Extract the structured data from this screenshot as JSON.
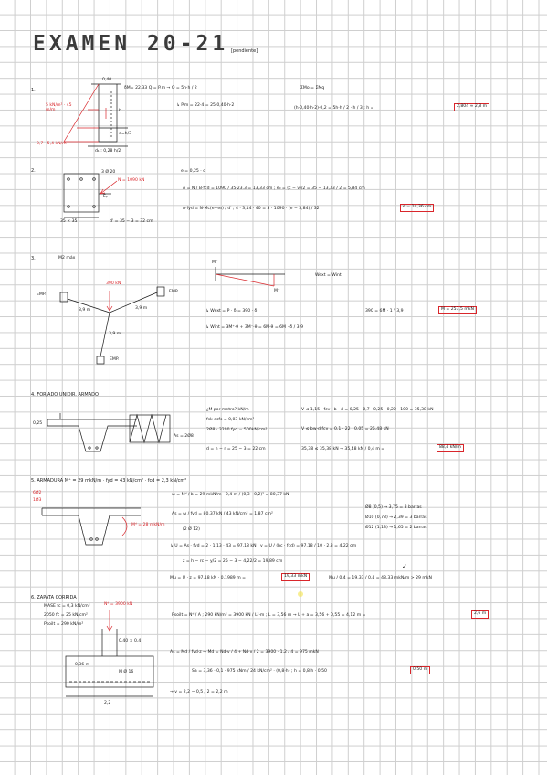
{
  "header": {
    "title": "EXAMEN 20-21",
    "note": "[pendiente]"
  },
  "p1": {
    "num": "1.",
    "load_left": "5 kN/m² · 45 m/m",
    "load_bottom": "0,7 · 5,4 kN/m",
    "w": "0,40",
    "h": "h",
    "eq1": "δM= 22.33  Q = P.m  →  Q = 5h·h / 2",
    "eq2": "↳ P.m = 22·4 = 25·0,40·h·2",
    "eq3": "ΣMo = ΣMq",
    "eq4": "(h·0,40·h·2)·0,2 =  5h·h / 2 · h / 3  ;  h = ",
    "result": "2,804 ≈ 2,8 m",
    "note": "e=h/3",
    "base": "d₁ : 0,28 h/2"
  },
  "p2": {
    "num": "2.",
    "dims": "3 Ø 20",
    "n_label": "N = 1090 kN",
    "inner": "Eₚ",
    "side": "35 × 35",
    "d_eq": "d' = 35 − 3 = 32 cm",
    "e1": "e = 0,25 · c",
    "e2": "A = N / B·fcd = 1090 / 35·23.3 = 13,33 cm  ;  e₀ = (c − v)/2 = 35 − 13,33 / 2 = 5,84 cm",
    "e3": "A·fyd = N·Mc(e−e₀) / d'  ;  4 · 3,14 · 40 = 3 · 1090 · (e − 5,84) / 32  ;",
    "result": "e = 14,36 cm"
  },
  "p3": {
    "num": "3.",
    "title": "M2 máx",
    "load": "390 kN",
    "emp1": "EMP.",
    "emp2": "EMP.",
    "emp3": "EMP.",
    "span1": "3,9 m",
    "span2": "3,9 m",
    "span3": "3,9 m",
    "m_top": "M⁻",
    "m_bot": "M⁺",
    "wint": "Wext = Wint",
    "eq1": "↳ Wext = P · δ = 390 · δ",
    "eq2": "↳ Wint = 3M⁺·θ + 3M⁻·θ = 6M·θ = 6M · δ / 3,9",
    "eq3": "390 = 6M · 1 / 3,9  ;",
    "result": "M = 253,5 mkN"
  },
  "p4": {
    "num": "4. FORJADO UNIDIR. ARMADO",
    "sec_d": "0,25",
    "q1": "¿M por metro?  kN/m",
    "q2": "fsk esfs = 0,03 kN/cm²",
    "q3": "2Ø8 · 3200 fyd = 500kN/cm²",
    "q4": "d = h − r = 25 − 3 = 22 cm",
    "q5": "As = 2Ø8",
    "eq1": "V ≤ 1,15 · fcv · b · d = 0,25 · 0,7 · 0,25 · 0,22 · 100 = 35,38 kN",
    "eq2": "V ≤ bw·d·fcv = 0,1 · 22 · 0,05 = 25,48 kN",
    "eq3": "35,38 ≤ 35,38 kN  →  35,48 kN / 0,4 m =",
    "result": "88,4 kN/m"
  },
  "p5": {
    "num": "5. ARMADURA  M⁺ = 29 mkN/m · fyd = 43 kN/cm² · fcd = 2,3 kN/cm²",
    "lbl1": "6Ø2",
    "lbl2": "1Ø3",
    "w_load": "Mᵈ = 28 mkN/m",
    "eq1": "ω = Mᵈ / b = 29 mkN/m · 0,4 m / (0,3 · 0,2)² = 80,37 kN",
    "eq2": "As = ω / fyd = 80,37 kN / 43 kN/cm² = 1,87 cm²",
    "opt1": "Ø8 (0,5) → 3,75 = 8 barras",
    "opt2": "Ø10 (0,78) → 2,39 = 3 barras",
    "opt3": "Ø12 (1,13) → 1,65 = 2 barras",
    "sel": "(2 Ø 12)",
    "eq3": "↳ U = As · fyd = 2 · 1,13 · 43 = 97,18 kN  ;  y = U / (bc · fcd) = 97,18 / 10 · 2,3 = 4,22 cm",
    "eq4": "z = h − rc − y/2 = 25 − 3 − 4,22/2 = 19,89 cm",
    "eq5": "Mu = U · z = 97,18 kN · 0,1989 m =",
    "r1": "19,33 mkN",
    "eq6": "Mu / 0,4 = 19,33 / 0,4 = 48,33 mkN/m > 29 mkN",
    "check": "✓"
  },
  "p6": {
    "num": "6. ZAPATA CORRIDA",
    "d1": "MASE fc = 0,3 kN/cm²",
    "d2": "2050 fc = 25 kN/cm²",
    "d3": "Psoilt = 290 kN/m²",
    "n_label": "Nᵈ = 3900 kN",
    "w1": "0,40 × 0,4",
    "w2": "0,36 m",
    "w3": "M Ø 16",
    "base": "2,2",
    "eq1": "Psoilt = Nᵈ / A  ;  290 kN/m² = 3900 kN / L²·m  ;  L = 3,56 m  →  L + a = 3,56 + 0,55 = 4,12 m =",
    "r1": "2,6 m",
    "eq2": "As = Md / fyd·z  →  Md = Nd·v / 4 + Nd·v / 2 = 3900 · 1,2 / 4 = 975 mkN",
    "eq3": "Sa = 3,36 · 0,1 · 975 kNm / 24 kN/cm² · (0,8·h)  ;  h = 0,8·h · 0,50",
    "r2": "0,50 m",
    "eq4": "→  v = 2,2 − 0,5 / 2 = 2,2 m"
  }
}
